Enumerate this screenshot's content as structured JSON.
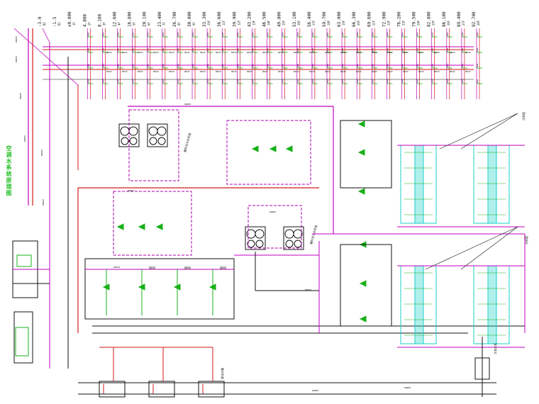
{
  "colors": {
    "magenta": "#c000c0",
    "red": "#d11a1a",
    "green": "#18b018",
    "cyan": "#19d0c8",
    "black": "#111111",
    "purple_dash": "#b000b0",
    "green_label": "#27c027"
  },
  "floor_labels": [
    "-3.0",
    "-1.5",
    "±0.000",
    "4.800",
    "8.100",
    "12.600",
    "16.800",
    "20.100",
    "23.400",
    "26.700",
    "30.000",
    "33.300",
    "36.600",
    "39.900",
    "43.200",
    "46.500",
    "49.800",
    "53.100",
    "56.400",
    "59.700",
    "63.000",
    "66.300",
    "69.600",
    "72.900",
    "76.200",
    "79.500",
    "82.800",
    "86.100",
    "89.400",
    "92.700"
  ],
  "floor_suffixes": [
    "B2",
    "B1",
    "1F",
    "2F",
    "3F",
    "4F",
    "5F",
    "6F",
    "7F",
    "8F",
    "9F",
    "10F",
    "11F",
    "12F",
    "13F",
    "14F",
    "15F",
    "16F",
    "17F",
    "18F",
    "19F",
    "20F",
    "21F",
    "22F",
    "23F",
    "24F",
    "25F",
    "26F",
    "27F",
    "28F"
  ],
  "pipe_labels": {
    "main_dn": "DN200",
    "branch_dn": "DN150",
    "small_dn": "DN100"
  },
  "equipment_labels": {
    "chiller_a": "螺杆式冷水机组",
    "chiller_b": "螺杆式冷水机组",
    "pump_group": "冷冻水泵",
    "tower_a": "冷却塔",
    "tower_b": "冷却塔",
    "tank": "软化水箱",
    "title_vertical": "空调水系统原理图"
  },
  "icons": [
    "chiller-icon",
    "pump-icon",
    "valve-icon",
    "tank-icon",
    "cooling-tower-icon"
  ]
}
